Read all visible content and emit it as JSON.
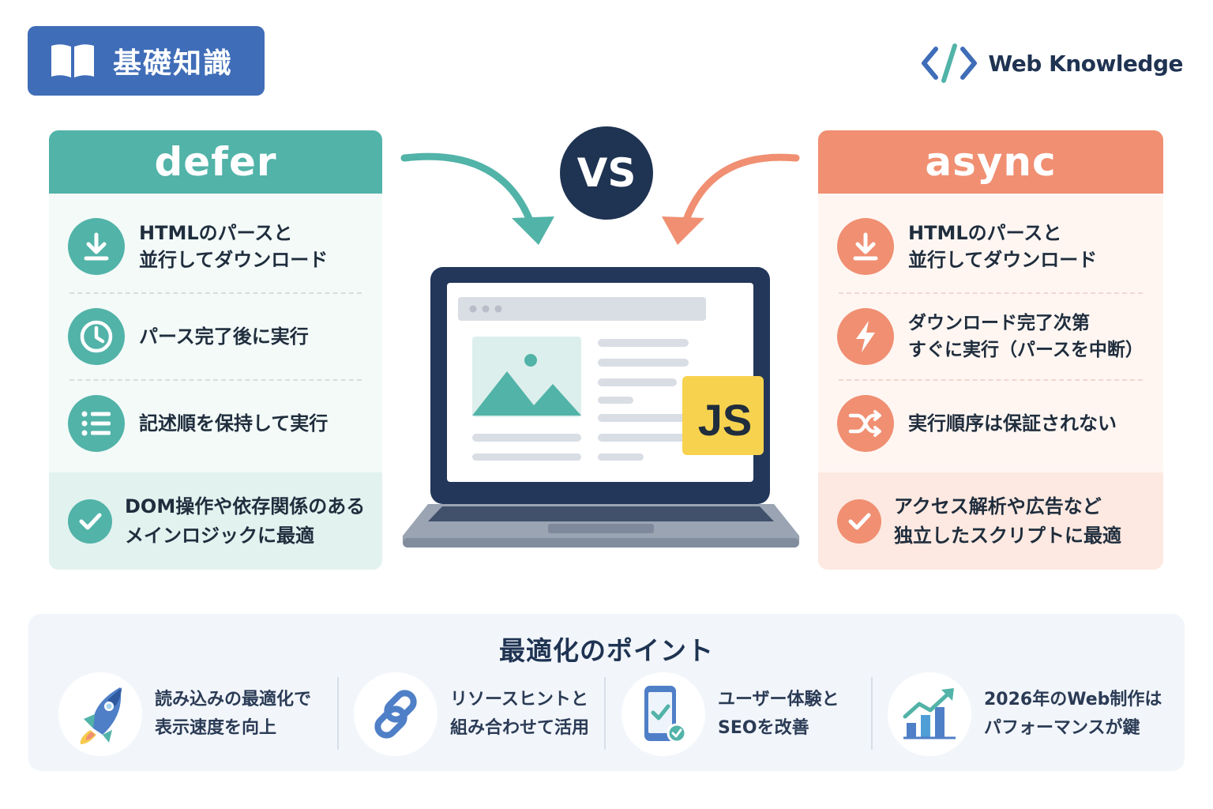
{
  "header": {
    "badge_label": "基礎知識",
    "badge_icon": "book-icon",
    "brand_label": "Web Knowledge",
    "brand_icon": "code-icon"
  },
  "colors": {
    "defer": "#52b3a8",
    "async": "#f08f72",
    "navy": "#1f3352",
    "badge": "#3f6db8",
    "js_badge": "#f7d24e"
  },
  "defer": {
    "title": "defer",
    "features": [
      {
        "icon": "download-icon",
        "text": "HTMLのパースと\n並行してダウンロード"
      },
      {
        "icon": "clock-icon",
        "text": "パース完了後に実行"
      },
      {
        "icon": "list-icon",
        "text": "記述順を保持して実行"
      }
    ],
    "best_icon": "check-icon",
    "best_for": "DOM操作や依存関係のある\nメインロジックに最適"
  },
  "async": {
    "title": "async",
    "features": [
      {
        "icon": "download-icon",
        "text": "HTMLのパースと\n並行してダウンロード"
      },
      {
        "icon": "lightning-icon",
        "text": "ダウンロード完了次第\nすぐに実行（パースを中断）"
      },
      {
        "icon": "shuffle-icon",
        "text": "実行順序は保証されない"
      }
    ],
    "best_icon": "check-icon",
    "best_for": "アクセス解析や広告など\n独立したスクリプトに最適"
  },
  "center": {
    "vs_label": "VS",
    "js_label": "JS"
  },
  "tips": {
    "title": "最適化のポイント",
    "items": [
      {
        "icon": "rocket-icon",
        "text": "読み込みの最適化で\n表示速度を向上"
      },
      {
        "icon": "link-icon",
        "text": "リソースヒントと\n組み合わせて活用"
      },
      {
        "icon": "mobile-check-icon",
        "text": "ユーザー体験と\nSEOを改善"
      },
      {
        "icon": "growth-chart-icon",
        "text": "2026年のWeb制作は\nパフォーマンスが鍵"
      }
    ]
  }
}
